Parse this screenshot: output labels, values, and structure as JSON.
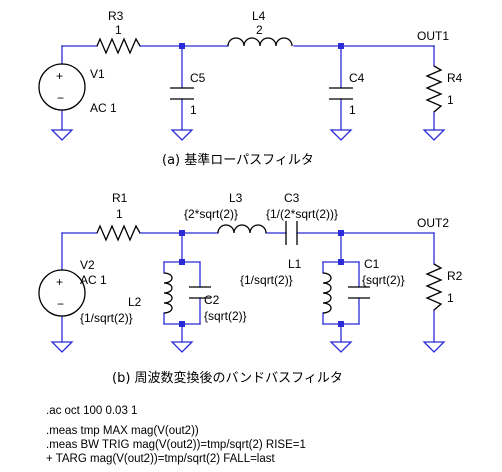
{
  "diagram_a": {
    "caption": "(a) 基準ローパスフィルタ",
    "r3_name": "R3",
    "r3_value": "1",
    "l4_name": "L4",
    "l4_value": "2",
    "out_label": "OUT1",
    "v1_name": "V1",
    "v1_value": "AC 1",
    "c5_name": "C5",
    "c5_value": "1",
    "c4_name": "C4",
    "c4_value": "1",
    "r4_name": "R4",
    "r4_value": "1"
  },
  "diagram_b": {
    "caption": "(b) 周波数変換後のバンドバスフィルタ",
    "r1_name": "R1",
    "r1_value": "1",
    "l3_name": "L3",
    "l3_value": "{2*sqrt(2)}",
    "c3_name": "C3",
    "c3_value": "{1/(2*sqrt(2))}",
    "out_label": "OUT2",
    "v2_name": "V2",
    "v2_value": "AC 1",
    "l2_name": "L2",
    "l2_value": "{1/sqrt(2)}",
    "c2_name": "C2",
    "c2_value": "{sqrt(2)}",
    "l1_name": "L1",
    "l1_value": "{1/sqrt(2)}",
    "c1_name": "C1",
    "c1_value": "{sqrt(2)}",
    "r2_name": "R2",
    "r2_value": "1"
  },
  "directives": [
    ".ac oct 100 0.03 1",
    ".meas tmp MAX mag(V(out2))",
    ".meas BW TRIG mag(V(out2))=tmp/sqrt(2) RISE=1",
    "+ TARG mag(V(out2))=tmp/sqrt(2) FALL=last"
  ]
}
